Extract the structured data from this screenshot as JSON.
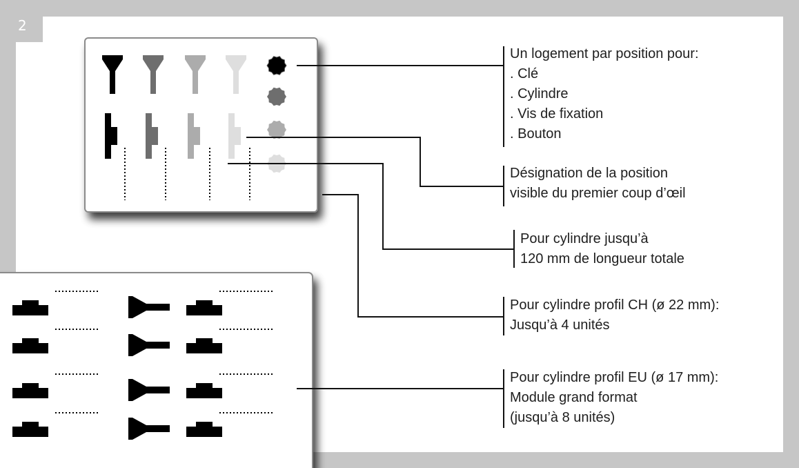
{
  "page_number": "2",
  "callouts": {
    "slots": {
      "title": "Un logement par position pour:",
      "items": [
        ". Clé",
        ". Cylindre",
        ". Vis de fixation",
        ". Bouton"
      ]
    },
    "designation": {
      "lines": [
        "Désignation de la position",
        "visible du premier coup d’œil"
      ]
    },
    "length": {
      "lines": [
        "Pour cylindre jusqu’à",
        "120 mm de longueur totale"
      ]
    },
    "profile_ch": {
      "lines": [
        "Pour cylindre profil CH (ø 22 mm):",
        "Jusqu’à 4 unités"
      ]
    },
    "profile_eu": {
      "lines": [
        "Pour cylindre profil EU (ø 17 mm):",
        "Module grand format",
        "(jusqu’à 8 unités)"
      ]
    }
  },
  "colors": {
    "frame": "#c6c6c6",
    "text": "#1e1e1e",
    "shade_levels": [
      "#000000",
      "#6e6e6e",
      "#acacac",
      "#dedede"
    ]
  },
  "icons": {
    "key": "key-icon",
    "cylinder": "cylinder-icon",
    "knob": "knob-icon",
    "label_line": "dotted-label-line"
  }
}
